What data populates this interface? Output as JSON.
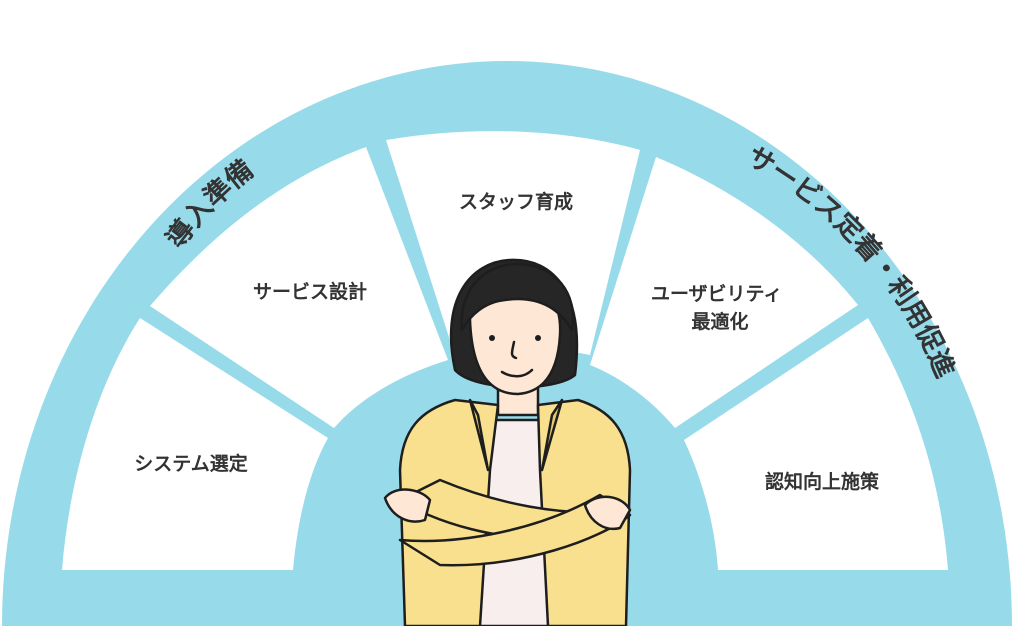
{
  "colors": {
    "ring": "#97dbeb",
    "segment": "#ffffff",
    "text": "#333333",
    "jacket": "#f8e08f",
    "jacket_shadow": "#e9c96b",
    "shirt": "#f9eeee",
    "skin": "#ffe7d6",
    "hair": "#262626",
    "outline": "#1e1e1e"
  },
  "arcs": {
    "left": "導入準備",
    "right": "サービス定着・利用促進"
  },
  "segments": [
    {
      "lines": [
        "システム選定"
      ]
    },
    {
      "lines": [
        "サービス設計"
      ]
    },
    {
      "lines": [
        "スタッフ育成"
      ]
    },
    {
      "lines": [
        "ユーザビリティ",
        "最適化"
      ]
    },
    {
      "lines": [
        "認知向上施策"
      ]
    }
  ],
  "figure": {
    "icon": "woman-arms-crossed-illustration"
  }
}
